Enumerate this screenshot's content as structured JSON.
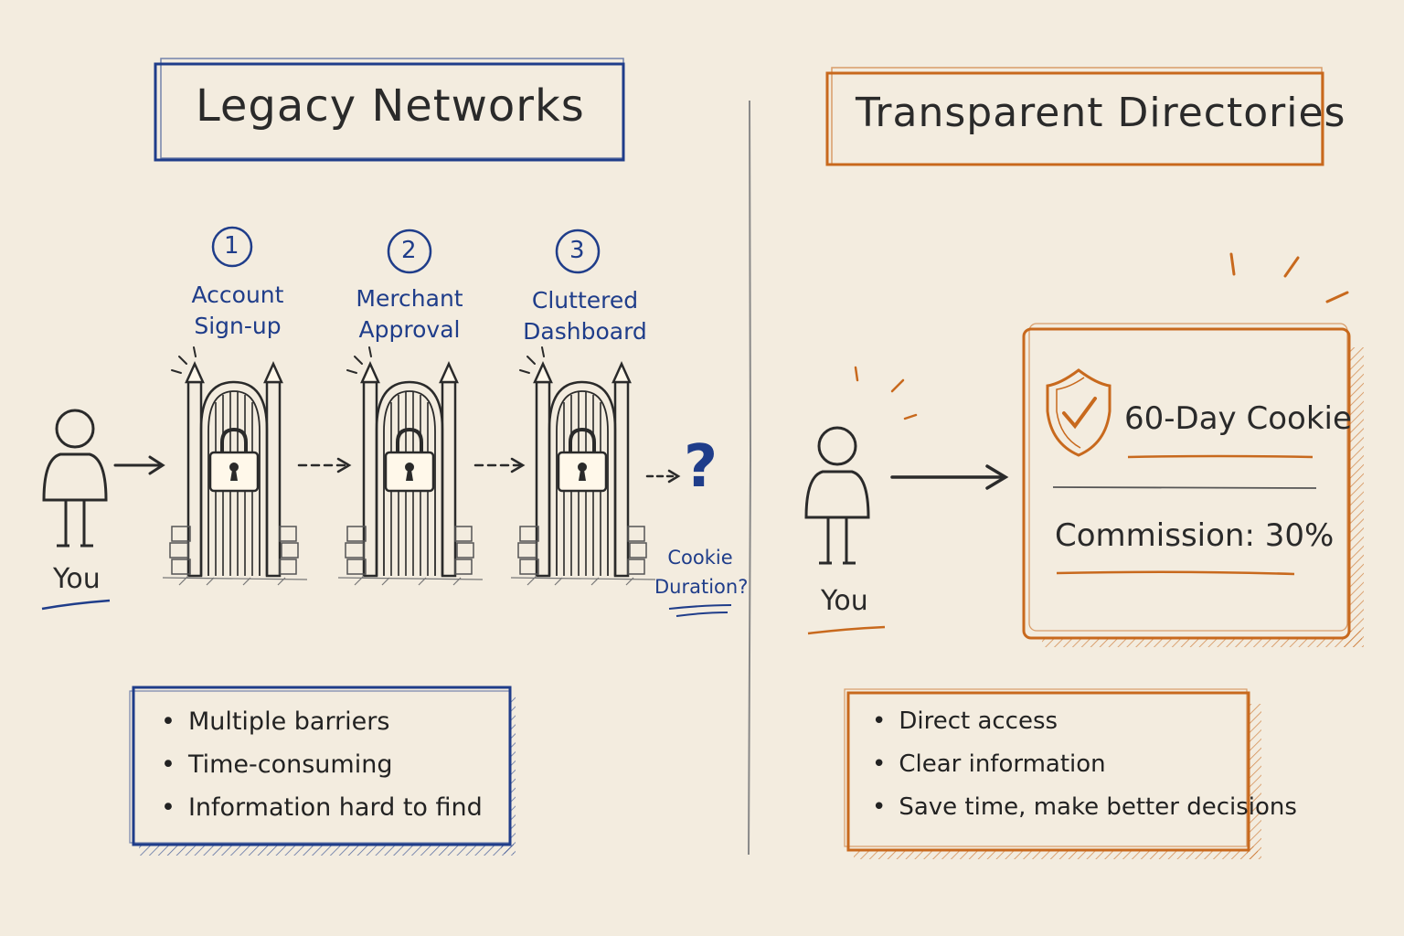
{
  "left": {
    "title": "Legacy Networks",
    "person_label": "You",
    "steps": [
      {
        "number": "1",
        "label_line1": "Account",
        "label_line2": "Sign-up"
      },
      {
        "number": "2",
        "label_line1": "Merchant",
        "label_line2": "Approval"
      },
      {
        "number": "3",
        "label_line1": "Cluttered",
        "label_line2": "Dashboard"
      }
    ],
    "question": {
      "mark": "?",
      "line1": "Cookie",
      "line2": "Duration?"
    },
    "bullets": [
      "Multiple barriers",
      "Time-consuming",
      "Information hard to find"
    ],
    "accent_color": "#1f3d8a"
  },
  "right": {
    "title": "Transparent Directories",
    "person_label": "You",
    "card": {
      "cookie": "60-Day Cookie",
      "commission": "Commission: 30%"
    },
    "bullets": [
      "Direct access",
      "Clear information",
      "Save time, make better decisions"
    ],
    "accent_color": "#c8691d"
  },
  "icons": [
    "person-icon",
    "locked-gate-icon",
    "shield-check-icon",
    "arrow-icon"
  ]
}
